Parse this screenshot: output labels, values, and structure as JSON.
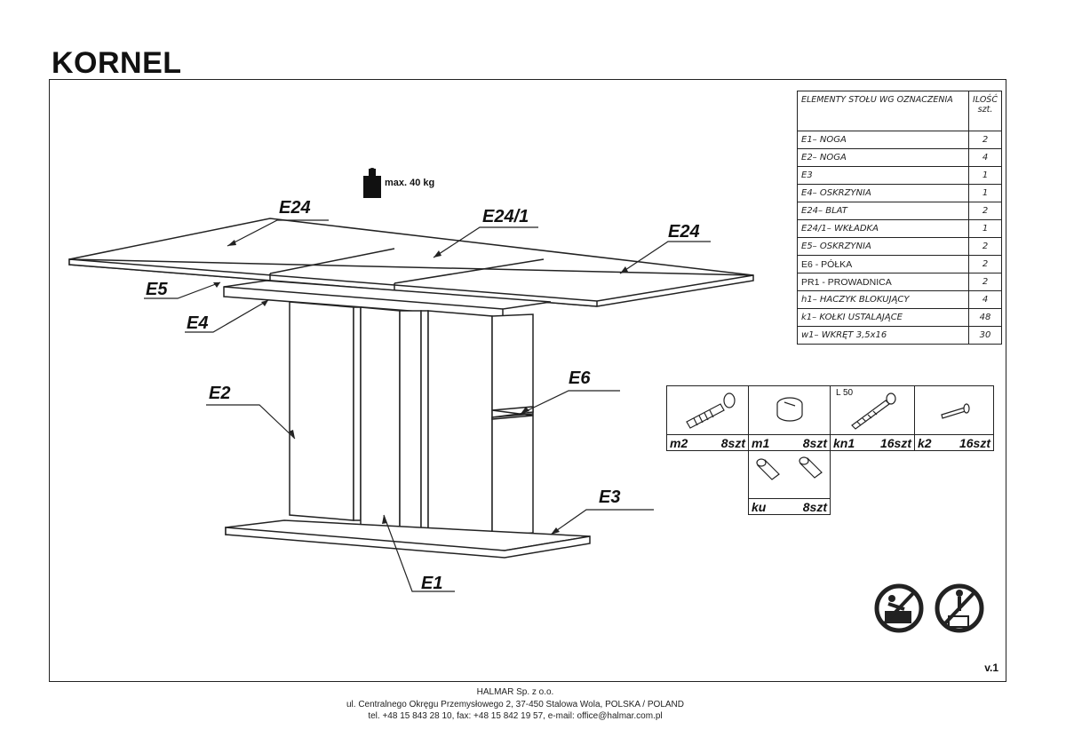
{
  "document": {
    "title": "KORNEL",
    "version": "v.1",
    "weight_limit": "max. 40 kg",
    "labels": {
      "e24_left": "E24",
      "e24_mid": "E24/1",
      "e24_right": "E24",
      "e5": "E5",
      "e4": "E4",
      "e2": "E2",
      "e6": "E6",
      "e3": "E3",
      "e1": "E1"
    },
    "parts_table": {
      "header_name": "ELEMENTY STOŁU WG OZNACZENIA",
      "header_qty": "ILOŚĆ szt.",
      "rows": [
        {
          "name": "E1– NOGA",
          "qty": "2"
        },
        {
          "name": "E2– NOGA",
          "qty": "4"
        },
        {
          "name": "E3",
          "qty": "1"
        },
        {
          "name": "E4– OSKRZYNIA",
          "qty": "1"
        },
        {
          "name": "E24– BLAT",
          "qty": "2"
        },
        {
          "name": "E24/1– WKŁADKA",
          "qty": "1"
        },
        {
          "name": "E5– OSKRZYNIA",
          "qty": "2"
        },
        {
          "name": "E6 - PÓŁKA",
          "qty": "2"
        },
        {
          "name": "PR1 - PROWADNICA",
          "qty": "2"
        },
        {
          "name": "h1– HACZYK BLOKUJĄCY",
          "qty": "4"
        },
        {
          "name": "k1– KOŁKI USTALAJĄCE",
          "qty": "48"
        },
        {
          "name": "w1– WKRĘT 3,5x16",
          "qty": "30"
        }
      ]
    },
    "hardware": [
      {
        "code": "m2",
        "qty": "8szt"
      },
      {
        "code": "m1",
        "qty": "8szt"
      },
      {
        "code": "kn1",
        "qty": "16szt",
        "note": "L 50"
      },
      {
        "code": "k2",
        "qty": "16szt"
      },
      {
        "code": "ku",
        "qty": "8szt"
      }
    ],
    "footer": {
      "company": "HALMAR Sp. z o.o.",
      "address": "ul. Centralnego Okręgu Przemysłowego 2, 37-450 Stalowa Wola, POLSKA / POLAND",
      "contact": "tel. +48 15 843 28 10, fax: +48 15 842 19 57, e-mail: office@halmar.com.pl"
    }
  }
}
